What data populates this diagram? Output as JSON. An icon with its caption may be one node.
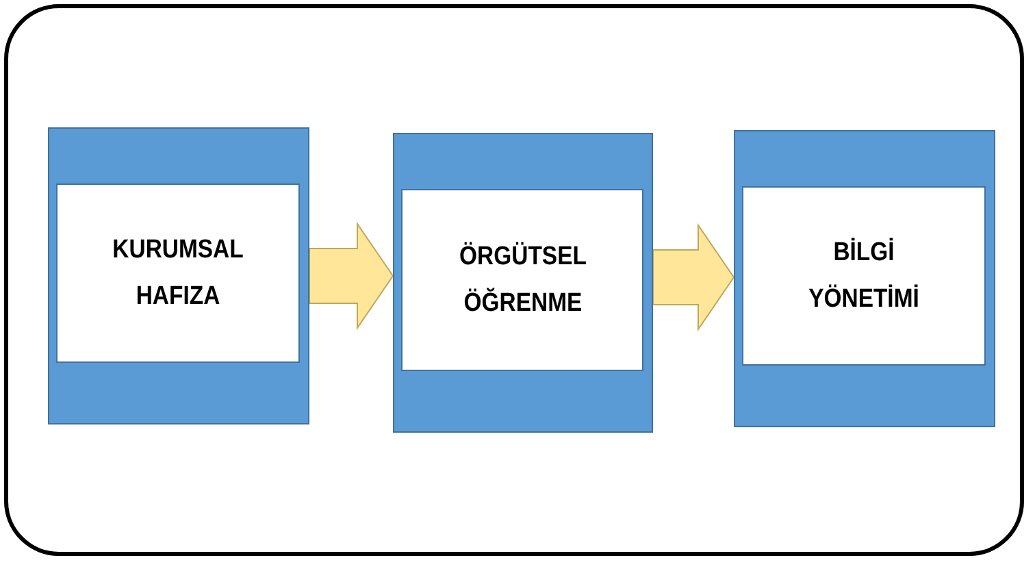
{
  "diagram": {
    "nodes": [
      {
        "text": [
          "KURUMSAL HAFIZA"
        ]
      },
      {
        "text": [
          "ÖRGÜTSEL ÖĞRENME"
        ]
      },
      {
        "text": [
          "BİLGİ YÖNETİMİ"
        ]
      }
    ],
    "edges": [
      {
        "from": 0,
        "to": 1,
        "arrow": "to"
      },
      {
        "from": 1,
        "to": 2,
        "arrow": "to"
      }
    ]
  }
}
